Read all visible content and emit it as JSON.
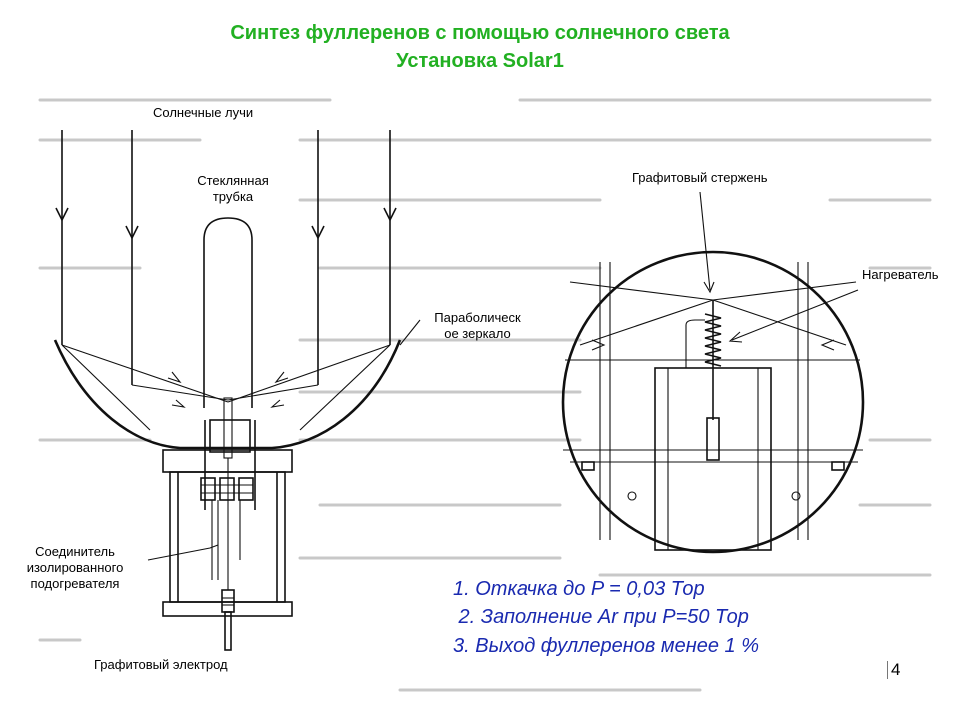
{
  "title": {
    "line1": "Синтез фуллеренов с помощью солнечного света",
    "line2": "Установка Solar1"
  },
  "labels": {
    "sun_rays": "Солнечные лучи",
    "glass_tube_1": "Стеклянная",
    "glass_tube_2": "трубка",
    "parabolic_mirror_1": "Параболическ",
    "parabolic_mirror_2": "ое зеркало",
    "connector_1": "Соединитель",
    "connector_2": "изолированного",
    "connector_3": "подогревателя",
    "graphite_electrode": "Графитовый электрод",
    "graphite_rod": "Графитовый стержень",
    "heater": "Нагреватель"
  },
  "notes": [
    "1. Откачка до P = 0,03 Тор",
    " 2. Заполнение Ar при P=50 Тор",
    "3. Выход фуллеренов менее 1 %"
  ],
  "page_number": "4",
  "colors": {
    "title": "#22b022",
    "notes": "#1a2ab0"
  }
}
